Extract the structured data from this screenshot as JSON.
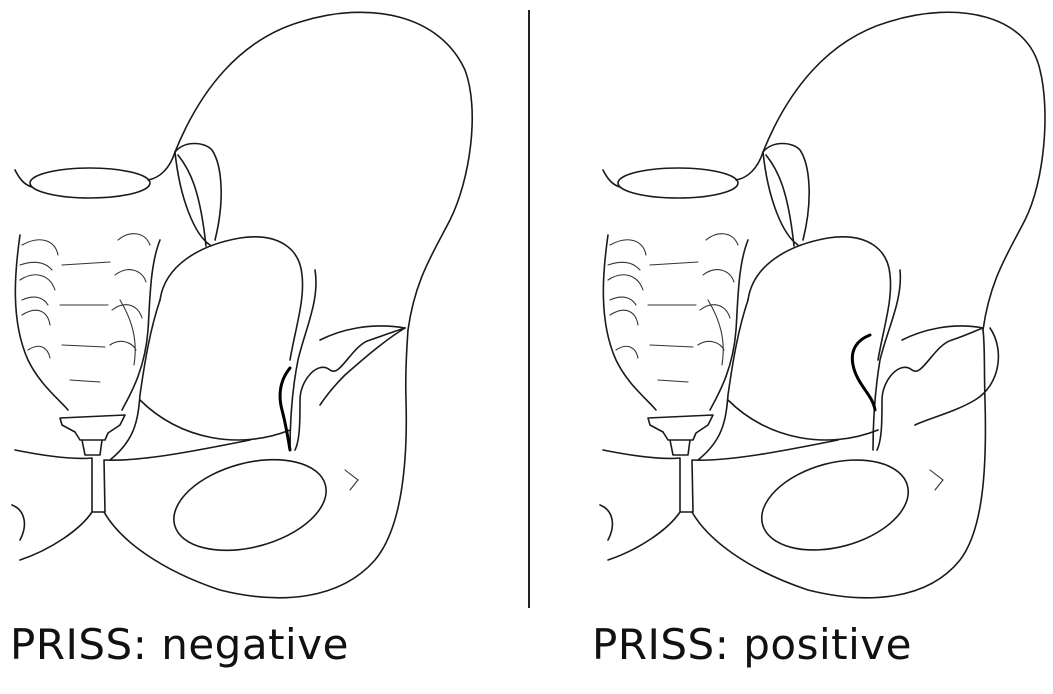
{
  "panels": [
    {
      "id": "left",
      "caption": "PRISS: negative"
    },
    {
      "id": "right",
      "caption": "PRISS: positive"
    }
  ]
}
